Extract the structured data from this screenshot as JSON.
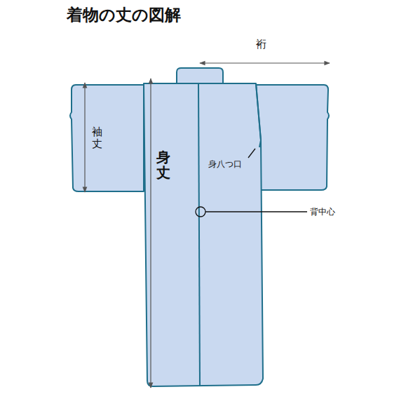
{
  "diagram": {
    "title": "着物の丈の図解",
    "labels": [
      "裄",
      "袖丈",
      "身丈",
      "身八つ口",
      "背中心"
    ]
  }
}
